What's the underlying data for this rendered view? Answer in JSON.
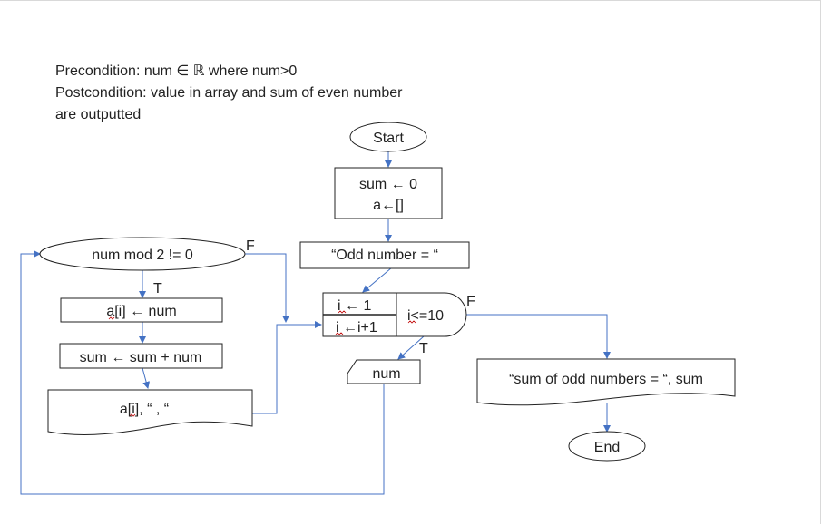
{
  "conditions": {
    "line1": "Precondition: num ∈ ℝ where num>0",
    "line2": "Postcondition: value in array and sum of even number",
    "line3": "are outputted"
  },
  "flowchart": {
    "start": "Start",
    "init_line1": "sum ← 0",
    "init_line2": "a←[]",
    "print_header": "“Odd number = “",
    "loop_init": "i  ← 1",
    "loop_step": "i ←i+1",
    "loop_cond": "i<=10",
    "loop_false_label": "F",
    "loop_true_label": "T",
    "input_num": "num",
    "decision": "num mod 2 != 0",
    "decision_false_label": "F",
    "decision_true_label": "T",
    "assign_array": "a[i] ← num",
    "assign_sum": "sum ← sum + num",
    "output_array": "a[i], “ , “",
    "output_sum": "“sum of odd numbers = “, sum",
    "end": "End"
  },
  "colors": {
    "connector": "#4472c4",
    "outline": "#222222",
    "spell_check": "#c00000"
  }
}
